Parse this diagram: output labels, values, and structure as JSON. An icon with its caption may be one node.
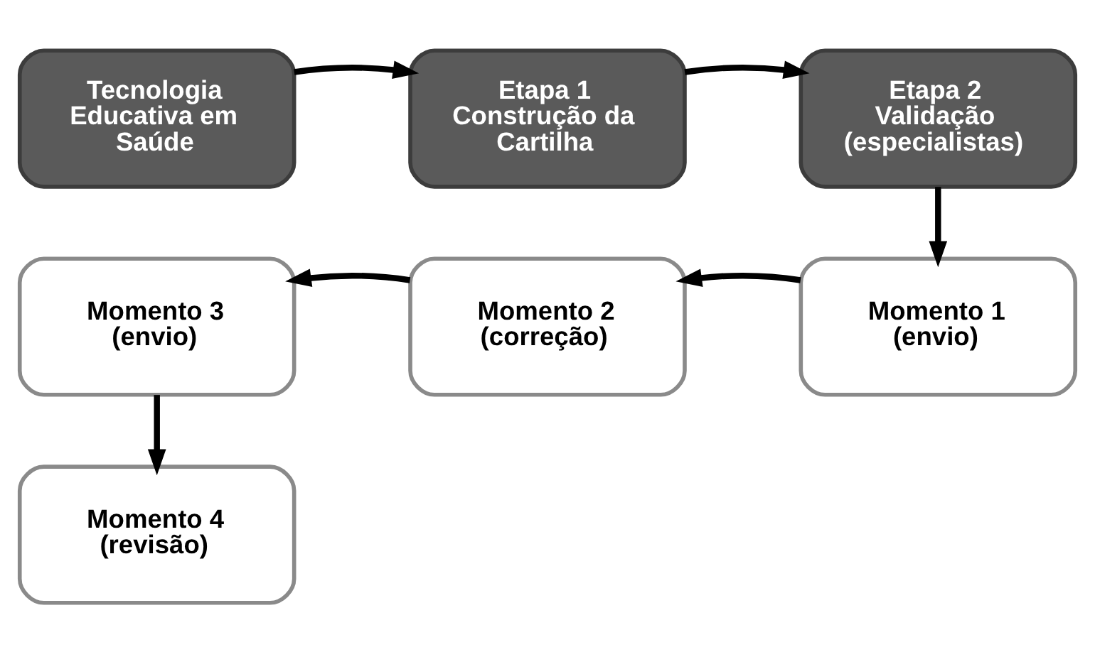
{
  "diagram": {
    "nodes": [
      {
        "text": [
          "Tecnologia Educativa em Saúde"
        ]
      },
      {
        "text": [
          "Etapa 1",
          "Construção da Cartilha"
        ]
      },
      {
        "text": [
          "Etapa 2",
          "Validação (especialistas)"
        ]
      },
      {
        "text": [
          "Momento 1",
          "(envio)"
        ]
      },
      {
        "text": [
          "Momento 2",
          "(correção)"
        ]
      },
      {
        "text": [
          "Momento 3",
          "(envio)"
        ]
      },
      {
        "text": [
          "Momento 4",
          "(revisão)"
        ]
      }
    ],
    "edges": [
      {
        "from": 0,
        "to": 1,
        "arrow": "to"
      },
      {
        "from": 1,
        "to": 2,
        "arrow": "to"
      },
      {
        "from": 2,
        "to": 3,
        "arrow": "to"
      },
      {
        "from": 3,
        "to": 4,
        "arrow": "to"
      },
      {
        "from": 4,
        "to": 5,
        "arrow": "to"
      },
      {
        "from": 5,
        "to": 6,
        "arrow": "to"
      }
    ]
  }
}
